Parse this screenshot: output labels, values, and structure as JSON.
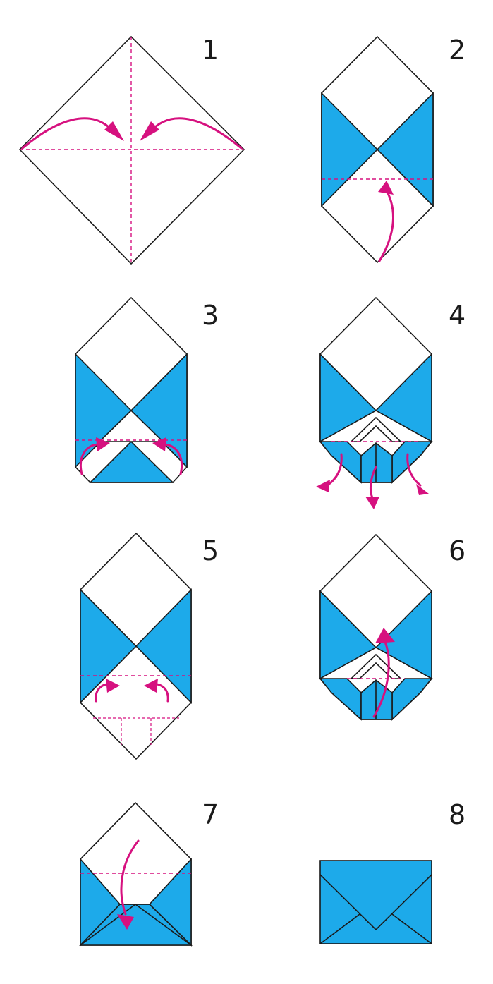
{
  "steps": [
    {
      "label": "1"
    },
    {
      "label": "2"
    },
    {
      "label": "3"
    },
    {
      "label": "4"
    },
    {
      "label": "5"
    },
    {
      "label": "6"
    },
    {
      "label": "7"
    },
    {
      "label": "8"
    }
  ],
  "colors": {
    "paper_blue": "#1daaea",
    "arrow_magenta": "#d6117f",
    "outline": "#1a1a1a"
  }
}
